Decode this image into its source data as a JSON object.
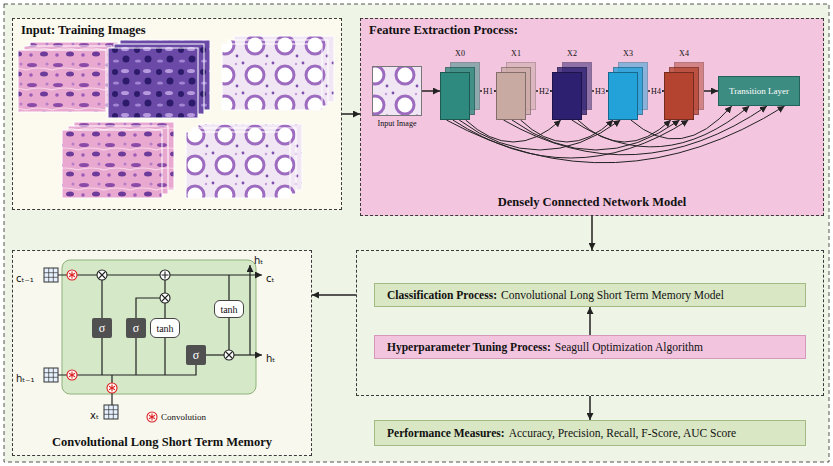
{
  "diagram": {
    "nodes": [
      {
        "text": [
          "Input: Training Images"
        ]
      },
      {
        "text": [
          "Feature Extraction Process:",
          "Densely Connected Network Model"
        ]
      },
      {
        "text": [
          "Input Image"
        ],
        "in": 1
      },
      {
        "text": [
          "X0"
        ],
        "in": 1
      },
      {
        "text": [
          "X1"
        ],
        "in": 1
      },
      {
        "text": [
          "X2"
        ],
        "in": 1
      },
      {
        "text": [
          "X3"
        ],
        "in": 1
      },
      {
        "text": [
          "X4"
        ],
        "in": 1
      },
      {
        "text": [
          "Transition Layer"
        ],
        "in": 1
      },
      {
        "text": [
          "Convolutional Long Short Term Memory"
        ]
      },
      {
        "text": [
          "tanh"
        ],
        "in": 9
      },
      {
        "text": [
          "σ"
        ],
        "in": 9
      },
      {
        "text": [
          "σ"
        ],
        "in": 9
      },
      {
        "text": [
          "tanh"
        ],
        "in": 9
      },
      {
        "text": [
          "σ"
        ],
        "in": 9
      },
      {
        "text": []
      },
      {
        "text": [
          "Classification Process:",
          "Convolutional Long Short Term Memory Model"
        ],
        "in": 15
      },
      {
        "text": [
          "Hyperparameter Tuning Process:",
          "Seagull Optimization Algorithm"
        ],
        "in": 15
      },
      {
        "text": [
          "Performance Measures:",
          "Accuracy, Precision, Recall, F-Score, AUC Score"
        ]
      }
    ],
    "edges": [
      {
        "from": 0,
        "to": 1,
        "arrow": "to"
      },
      {
        "from": 1,
        "to": 15,
        "arrow": "to"
      },
      {
        "from": 15,
        "to": 9,
        "arrow": "to"
      },
      {
        "from": 17,
        "to": 16,
        "arrow": "to"
      },
      {
        "from": 15,
        "to": 18,
        "arrow": "to"
      },
      {
        "from": 2,
        "to": 3,
        "arrow": "to"
      },
      {
        "from": 3,
        "to": 4,
        "label": "H1",
        "arrow": "to"
      },
      {
        "from": 4,
        "to": 5,
        "label": "H2",
        "arrow": "to"
      },
      {
        "from": 5,
        "to": 6,
        "label": "H3",
        "arrow": "to"
      },
      {
        "from": 6,
        "to": 7,
        "label": "H4",
        "arrow": "to"
      },
      {
        "from": 7,
        "to": 8,
        "arrow": "to"
      },
      {
        "from": 3,
        "to": 5,
        "arrow": "to"
      },
      {
        "from": 3,
        "to": 6,
        "arrow": "to"
      },
      {
        "from": 3,
        "to": 7,
        "arrow": "to"
      },
      {
        "from": 3,
        "to": 8,
        "arrow": "to"
      },
      {
        "from": 4,
        "to": 6,
        "arrow": "to"
      },
      {
        "from": 4,
        "to": 7,
        "arrow": "to"
      },
      {
        "from": 4,
        "to": 8,
        "arrow": "to"
      },
      {
        "from": 5,
        "to": 7,
        "arrow": "to"
      },
      {
        "from": 5,
        "to": 8,
        "arrow": "to"
      },
      {
        "from": 6,
        "to": 8,
        "arrow": "to"
      }
    ],
    "labels": [
      "cₜ₋₁",
      "hₜ₋₁",
      "xₜ",
      "hₜ",
      "cₜ",
      "hₜ"
    ],
    "legend": [
      {
        "text": "Convolution"
      }
    ]
  }
}
